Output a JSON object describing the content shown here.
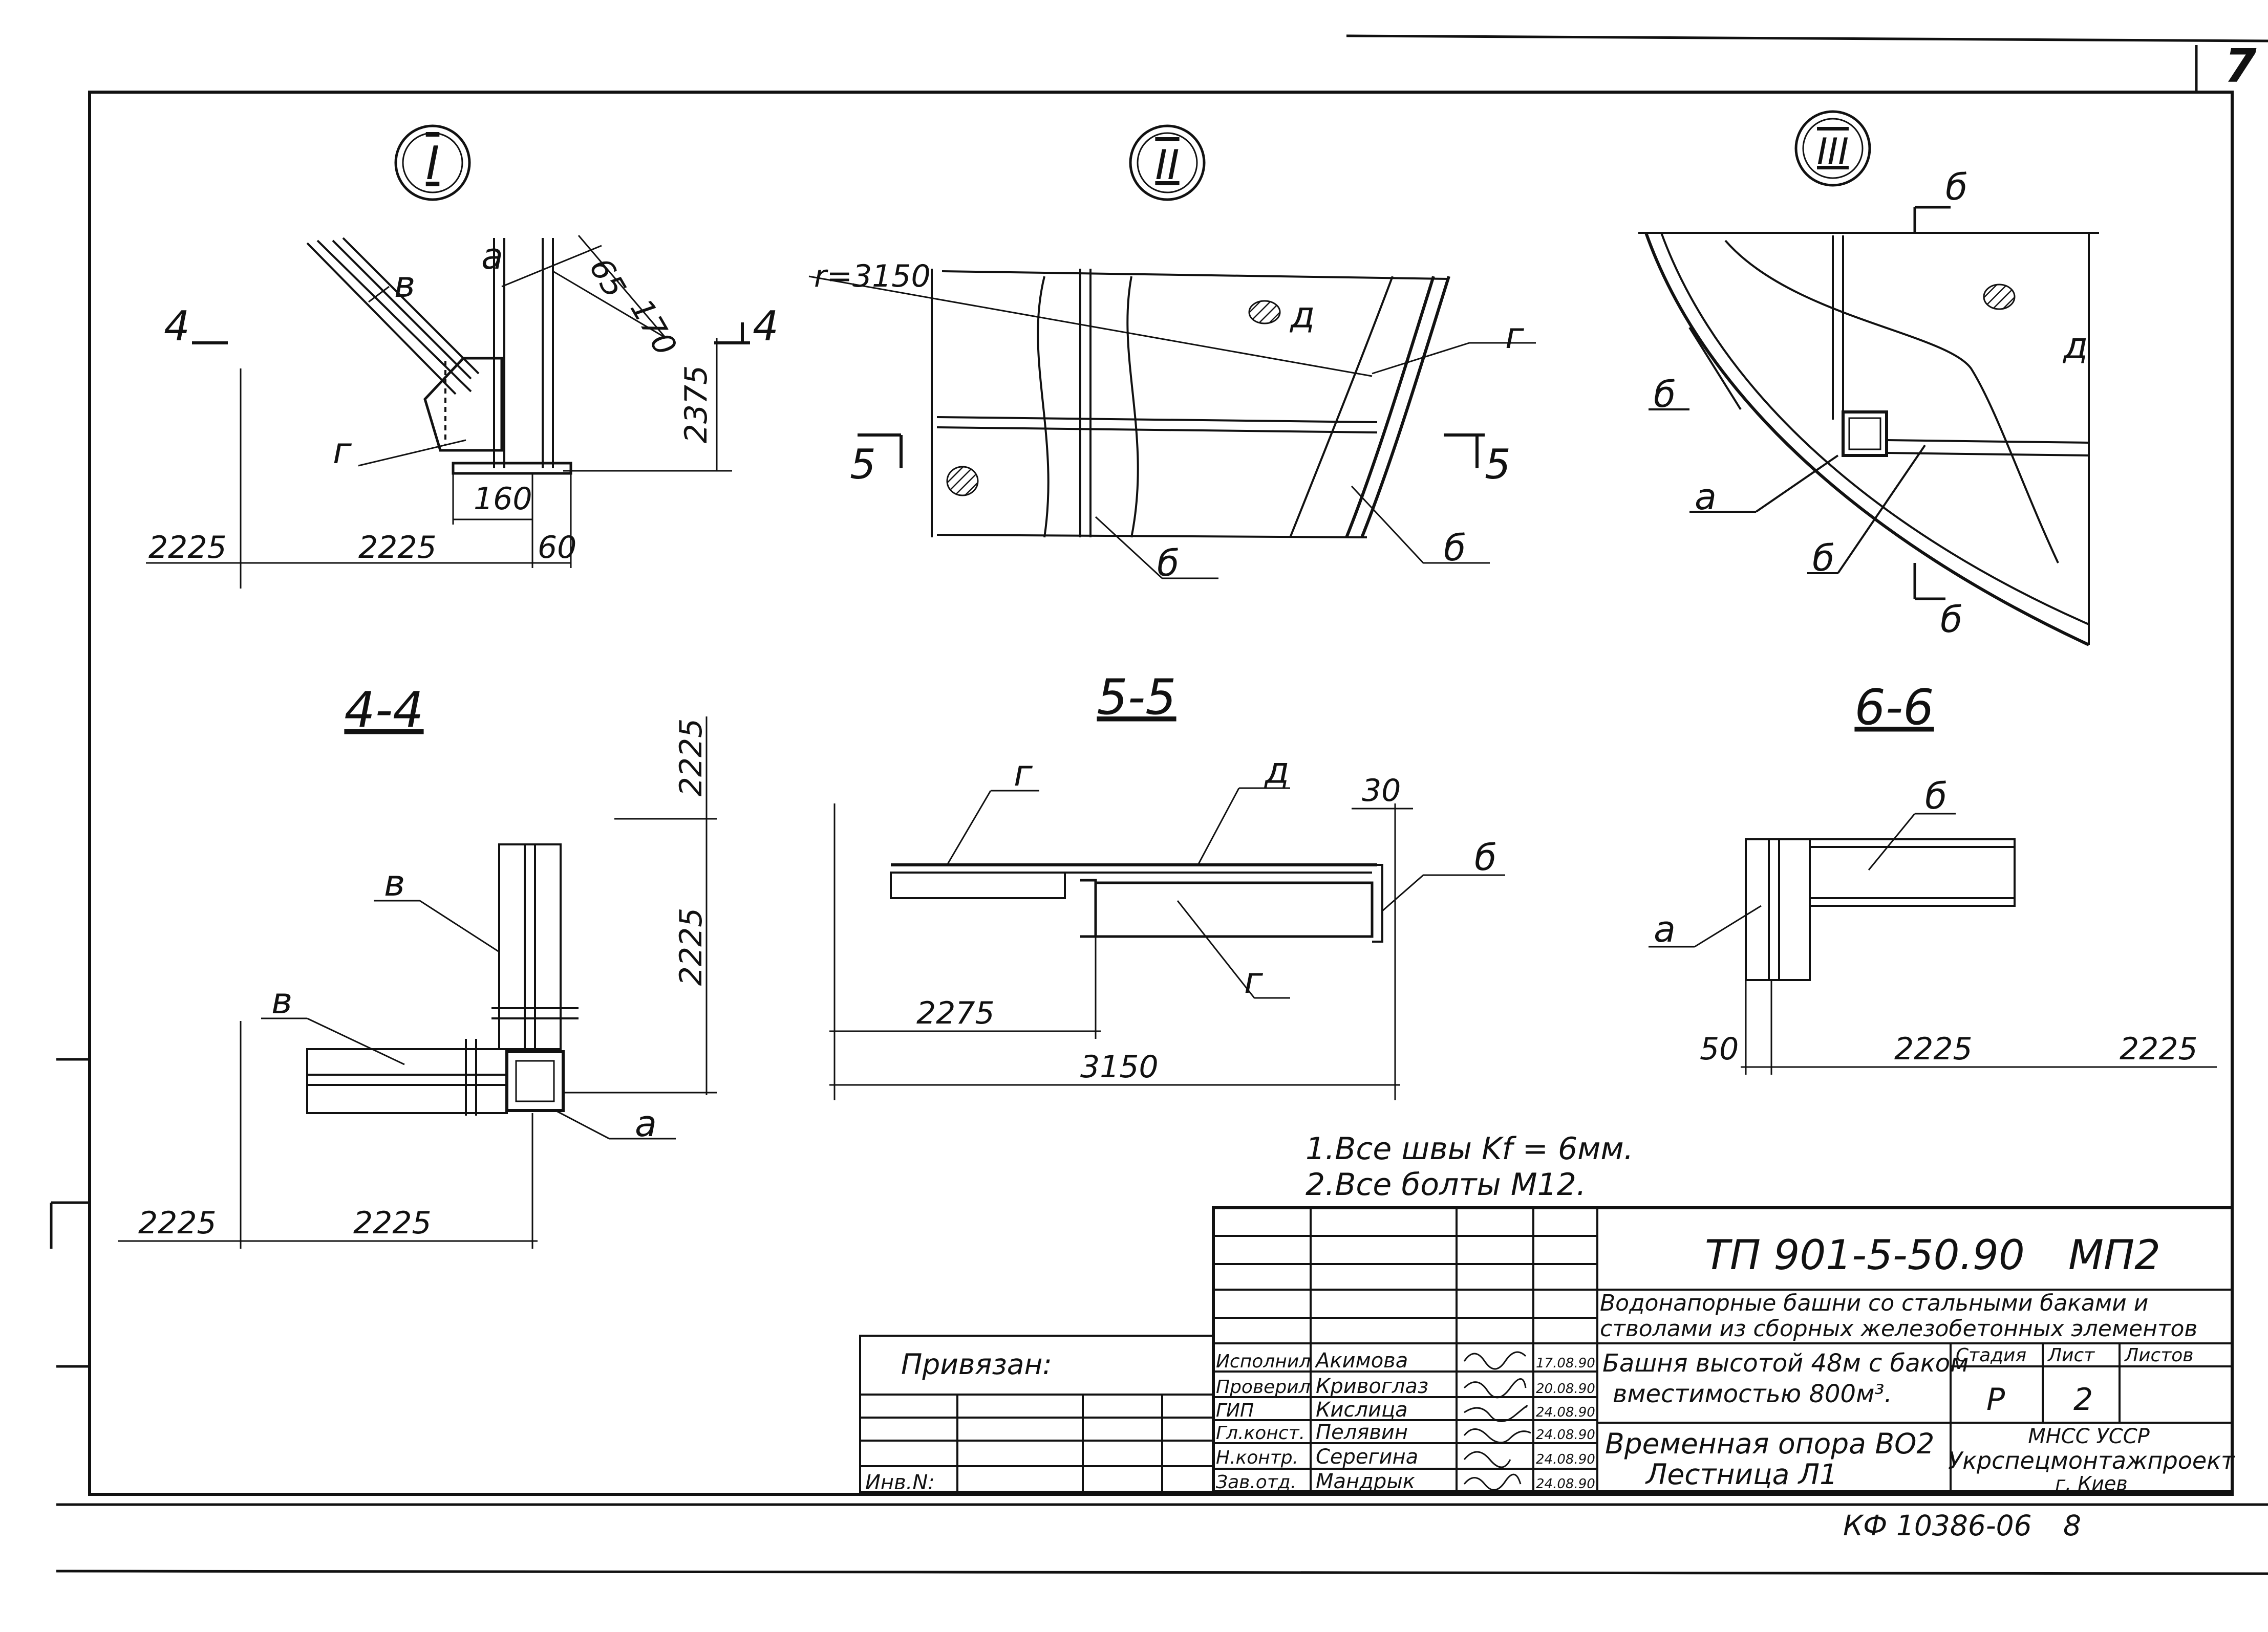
{
  "views": {
    "I": {
      "label": "I",
      "dims": {
        "d65": "65",
        "d170": "170",
        "d2375": "2375",
        "d160": "160",
        "d2225a": "2225",
        "d2225b": "2225",
        "d60": "60"
      },
      "section": "4",
      "letters": {
        "v": "в",
        "a": "а",
        "g": "г"
      }
    },
    "II": {
      "label": "II",
      "radius": "r=3150",
      "section": "5",
      "letters": {
        "d": "д",
        "g": "г",
        "b1": "б",
        "b2": "б"
      }
    },
    "III": {
      "label": "III",
      "section": "б",
      "letters": {
        "d": "д",
        "b1": "б",
        "a": "а",
        "b2": "б",
        "b3": "б"
      }
    }
  },
  "sections": {
    "s44": {
      "title": "4-4",
      "dims": {
        "v1": "2225",
        "v2": "2225",
        "h1": "2225",
        "h2": "2225"
      },
      "letters": {
        "v1": "в",
        "v2": "в",
        "a": "а"
      }
    },
    "s55": {
      "title": "5-5",
      "dims": {
        "d30": "30",
        "d2275": "2275",
        "d3150": "3150"
      },
      "letters": {
        "g1": "г",
        "d": "д",
        "b": "б",
        "g2": "г"
      }
    },
    "s66": {
      "title": "6-6",
      "dims": {
        "d50": "50",
        "d2225a": "2225",
        "d2225b": "2225"
      },
      "letters": {
        "b": "б",
        "a": "а"
      }
    }
  },
  "notes": [
    "1.Все швы Kf = 6мм.",
    "2.Все болты М12."
  ],
  "sheet_number": "7",
  "title_block": {
    "code": "ТП 901-5-50.90",
    "mark": "МП2",
    "project": "Водонапорные башни со стальными баками и стволами из сборных железобетонных элементов",
    "subject_1": "Башня высотой 48м с баком",
    "subject_2": "вместимостью 800м³.",
    "drawing_1": "Временная опора ВО2",
    "drawing_2": "Лестница Л1",
    "headers": {
      "stage": "Стадия",
      "sheet": "Лист",
      "sheets": "Листов"
    },
    "values": {
      "stage": "Р",
      "sheet": "2",
      "sheets": ""
    },
    "org_1": "МНСС УССР",
    "org_2": "Укрспецмонтажпроект",
    "org_3": "г. Киев",
    "signatures": [
      {
        "role": "Исполнил",
        "name": "Акимова",
        "date": "17.08.90"
      },
      {
        "role": "Проверил",
        "name": "Кривоглаз",
        "date": "20.08.90"
      },
      {
        "role": "ГИП",
        "name": "Кислица",
        "date": "24.08.90"
      },
      {
        "role": "Гл.конст.",
        "name": "Пелявин",
        "date": "24.08.90"
      },
      {
        "role": "Н.контр.",
        "name": "Серегина",
        "date": "24.08.90"
      },
      {
        "role": "Зав.отд.",
        "name": "Мандрык",
        "date": "24.08.90"
      }
    ]
  },
  "binding": {
    "label": "Привязан:",
    "inv": "Инв.N:"
  },
  "archive": {
    "code": "КФ 10386-06",
    "page": "8"
  }
}
